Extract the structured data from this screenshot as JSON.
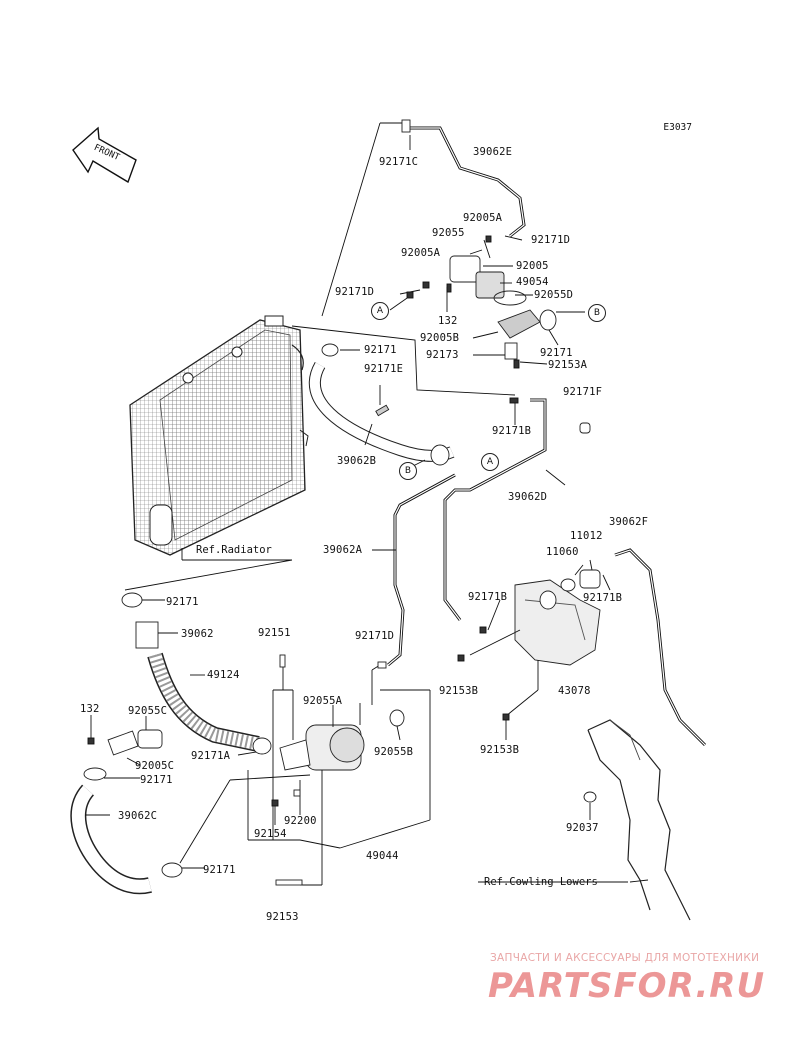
{
  "diagram_code": "E3037",
  "front_label": "FRONT",
  "callouts": {
    "a": "A",
    "b": "B"
  },
  "parts": {
    "p92171C": "92171C",
    "p39062E": "39062E",
    "p92005A_top": "92005A",
    "p92055": "92055",
    "p92171D_top": "92171D",
    "p92005A_left": "92005A",
    "p92005": "92005",
    "p49054": "49054",
    "p92171D_left": "92171D",
    "p92055D": "92055D",
    "p132_top": "132",
    "p92005B": "92005B",
    "p92171_right": "92171",
    "p92173": "92173",
    "p92153A": "92153A",
    "p92171_hose": "92171",
    "p92171E": "92171E",
    "p92171F": "92171F",
    "p92171B_top": "92171B",
    "p39062B": "39062B",
    "p39062D": "39062D",
    "p39062F": "39062F",
    "p11012": "11012",
    "p11060": "11060",
    "p92171B_cap": "92171B",
    "p39062A": "39062A",
    "p92171_clamp": "92171",
    "p39062": "39062",
    "p92151": "92151",
    "p92171D_low": "92171D",
    "p92171B_tank": "92171B",
    "p49124": "49124",
    "p92153B_a": "92153B",
    "p43078": "43078",
    "p92055A": "92055A",
    "p132_low": "132",
    "p92055C": "92055C",
    "p92153B_b": "92153B",
    "p92171A": "92171A",
    "p92055B": "92055B",
    "p92005C": "92005C",
    "p92171_low": "92171",
    "p39062C": "39062C",
    "p92200": "92200",
    "p92154": "92154",
    "p92037": "92037",
    "p49044": "49044",
    "p92171_bottom": "92171",
    "p92153": "92153"
  },
  "refs": {
    "radiator": "Ref.Radiator",
    "cowling": "Ref.Cowling Lowers"
  },
  "watermark": {
    "subtitle": "ЗАПЧАСТИ И АКСЕССУАРЫ ДЛЯ МОТОТЕХНИКИ",
    "brand": "PARTSFOR.RU"
  }
}
